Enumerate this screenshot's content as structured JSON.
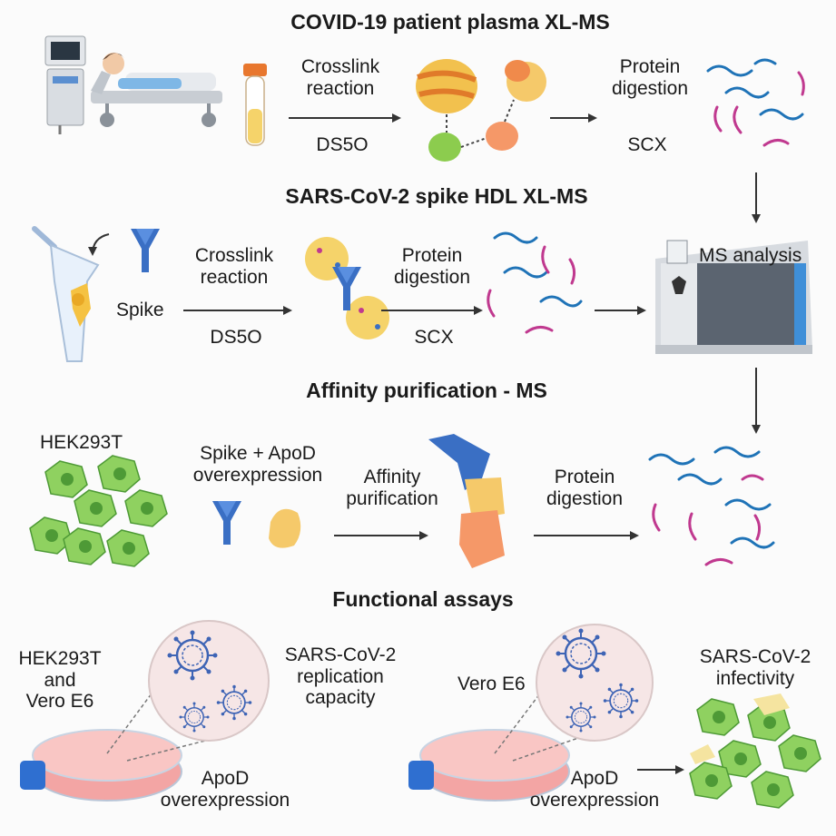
{
  "sections": {
    "plasma": {
      "title": "COVID-19 patient plasma XL-MS",
      "crosslink_label": "Crosslink\nreaction",
      "crosslinker": "DS5O",
      "digestion_label": "Protein\ndigestion",
      "fractionation": "SCX"
    },
    "spike_hdl": {
      "title": "SARS-CoV-2 spike HDL XL-MS",
      "spike_label": "Spike",
      "crosslink_label": "Crosslink\nreaction",
      "crosslinker": "DS5O",
      "digestion_label": "Protein\ndigestion",
      "fractionation": "SCX",
      "ms_label": "MS analysis"
    },
    "ap_ms": {
      "title": "Affinity purification - MS",
      "cell_line": "HEK293T",
      "overexpression_label": "Spike + ApoD\noverexpression",
      "purification_label": "Affinity\npurification",
      "digestion_label": "Protein\ndigestion"
    },
    "functional": {
      "title": "Functional assays",
      "left_cells": "HEK293T\nand\nVero E6",
      "left_readout": "SARS-CoV-2\nreplication\ncapacity",
      "left_treatment": "ApoD\noverexpression",
      "right_cells": "Vero E6",
      "right_treatment": "ApoD\noverexpression",
      "right_readout": "SARS-CoV-2\ninfectivity"
    }
  },
  "colors": {
    "arrow": "#333333",
    "peptide_blue": "#1f73b7",
    "peptide_magenta": "#c0398f",
    "cell_green": "#7fc55a",
    "spike_blue": "#3a6fc4",
    "apod_yellow": "#f2c14e",
    "protein_orange": "#f08a4b",
    "dish_pink": "#f4a9a8",
    "virus_blue": "#3e64b5"
  },
  "icons": [
    "monitor-icon",
    "hospital-bed-icon",
    "patient-icon",
    "blood-tube-icon",
    "protein-complex-icon",
    "peptides-icon",
    "eppendorf-tube-icon",
    "spike-protein-icon",
    "hdl-particle-icon",
    "mass-spectrometer-icon",
    "cells-icon",
    "apod-protein-icon",
    "petri-dish-icon",
    "virus-icon"
  ]
}
